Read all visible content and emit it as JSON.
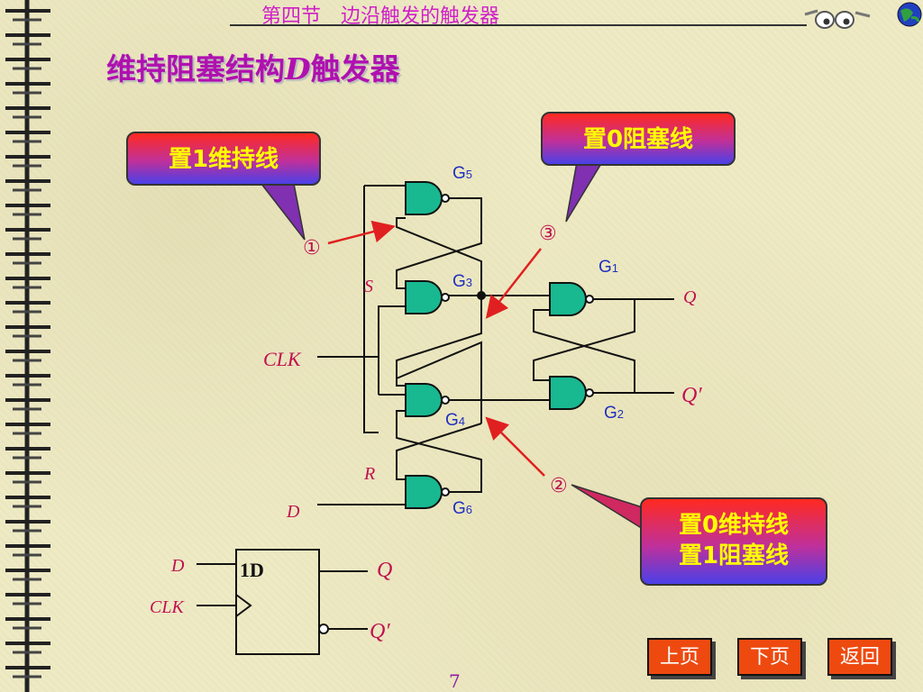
{
  "header": {
    "section_title": "第四节　边沿触发的触发器"
  },
  "title": {
    "main": "维持阻塞结构",
    "italic": "D",
    "suffix": "触发器"
  },
  "callouts": {
    "set1_hold": "置1维持线",
    "set0_block": "置0阻塞线",
    "set0_hold": "置0维持线",
    "set1_block": "置1阻塞线"
  },
  "markers": {
    "m1": "①",
    "m2": "②",
    "m3": "③"
  },
  "gates": {
    "g5": {
      "prefix": "G",
      "sub": "5"
    },
    "g3": {
      "prefix": "G",
      "sub": "3"
    },
    "g1": {
      "prefix": "G",
      "sub": "1"
    },
    "g4": {
      "prefix": "G",
      "sub": "4"
    },
    "g2": {
      "prefix": "G",
      "sub": "2"
    },
    "g6": {
      "prefix": "G",
      "sub": "6"
    }
  },
  "signals": {
    "s": "S",
    "r": "R",
    "clk": "CLK",
    "d": "D",
    "q": "Q",
    "q_bar": "Q′"
  },
  "symbol": {
    "label": "1D",
    "d": "D",
    "clk": "CLK",
    "q": "Q",
    "q_bar": "Q′"
  },
  "nav": {
    "prev": "上页",
    "next": "下页",
    "back": "返回"
  },
  "page_number": "7",
  "colors": {
    "title": "#b010b0",
    "gate_fill": "#18b890",
    "label_blue": "#2030c0",
    "signal_red": "#c01050",
    "arrow": "#e02020"
  }
}
